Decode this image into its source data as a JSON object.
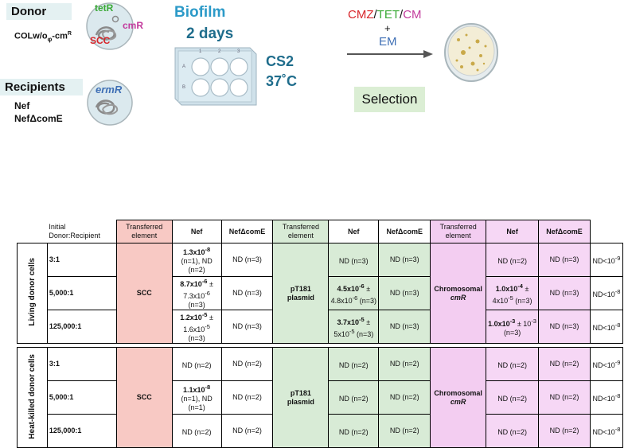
{
  "diagram": {
    "donor_label": "Donor",
    "donor_strain_prefix": "COLw/o",
    "donor_strain_sub": "φ",
    "donor_strain_suffix": "-cm",
    "donor_strain_sup": "R",
    "donor_genes": {
      "tetR": "tetR",
      "cmR": "cmR",
      "scc": "SCC"
    },
    "recipients_label": "Recipients",
    "recipient_strain_1": "Nef",
    "recipient_strain_2": "NefΔcomE",
    "recipient_gene": "ermR",
    "biofilm_line1": "Biofilm",
    "biofilm_line2": "2 days",
    "plate_cols": [
      "1",
      "2",
      "3"
    ],
    "plate_rows": [
      "A",
      "B"
    ],
    "medium": "CS2",
    "temperature": "37˚C",
    "antibiotics": {
      "cmz": "CMZ",
      "tet": "TET",
      "cm": "CM",
      "sep": "/",
      "plus": "+",
      "em": "EM"
    },
    "selection_label": "Selection",
    "colors": {
      "cmz": "#d8252a",
      "tet": "#39a935",
      "cm": "#c23a9c",
      "em": "#3e6fb5",
      "label_bg": "#e4f1f2",
      "selection_bg": "#dbeed4"
    }
  },
  "table": {
    "header": {
      "initial": "Initial Donor:Recipient",
      "col_groups": [
        {
          "element": "Transferred element",
          "nef": "Nef",
          "nefcome": "NefΔcomE"
        },
        {
          "element": "Transferred element",
          "nef": "Nef",
          "nefcome": "NefΔcomE"
        },
        {
          "element": "Transferred element",
          "nef": "Nef",
          "nefcome": "NefΔcomE"
        }
      ]
    },
    "sections": [
      {
        "title": "Living donor cells",
        "elements": {
          "scc": "SCC",
          "pt181_1": "pT181",
          "pt181_2": "plasmid",
          "chrom_1": "Chromosomal",
          "chrom_2": "cmR"
        },
        "rows": [
          {
            "ratio": "3:1",
            "scc_nef": {
              "b": "1.3x10",
              "bs": "-8",
              "t": "",
              "ts": "",
              "t2": "(n=1), ND (n=2)"
            },
            "scc_come": "ND (n=3)",
            "pt_nef": {
              "b": "",
              "bs": "",
              "t": "ND (n=3)",
              "ts": "",
              "t2": ""
            },
            "pt_come": "ND (n=3)",
            "chr_nef": {
              "b": "",
              "bs": "",
              "t": "ND (n=2)",
              "ts": "",
              "t2": ""
            },
            "chr_come": "ND (n=3)",
            "nd": "ND<10",
            "ndsup": "-9"
          },
          {
            "ratio": "5,000:1",
            "scc_nef": {
              "b": "8.7x10",
              "bs": "-6",
              "t": " ± 7.3x10",
              "ts": "-6",
              "t2": "(n=3)"
            },
            "scc_come": "ND (n=3)",
            "pt_nef": {
              "b": "4.5x10",
              "bs": "-6",
              "t": " ± 4.8x10",
              "ts": "-6",
              "t2": "(n=3)"
            },
            "pt_come": "ND (n=3)",
            "chr_nef": {
              "b": "1.0x10",
              "bs": "-4",
              "t": " ± 4x10",
              "ts": "-5",
              "t2": " (n=3)"
            },
            "chr_come": "ND (n=3)",
            "nd": "ND<10",
            "ndsup": "-8"
          },
          {
            "ratio": "125,000:1",
            "scc_nef": {
              "b": "1.2x10",
              "bs": "-5",
              "t": " ± 1.6x10",
              "ts": "-5",
              "t2": "(n=3)"
            },
            "scc_come": "ND (n=3)",
            "pt_nef": {
              "b": "3.7x10",
              "bs": "-5",
              "t": " ± 5x10",
              "ts": "-5",
              "t2": " (n=3)"
            },
            "pt_come": "ND (n=3)",
            "chr_nef": {
              "b": "1.0x10",
              "bs": "-3",
              "t": " ± 10",
              "ts": "-3",
              "t2": " (n=3)"
            },
            "chr_come": "ND (n=3)",
            "nd": "ND<10",
            "ndsup": "-8"
          }
        ]
      },
      {
        "title": "Heat-killed donor cells",
        "elements": {
          "scc": "SCC",
          "pt181_1": "pT181",
          "pt181_2": "plasmid",
          "chrom_1": "Chromosomal",
          "chrom_2": "cmR"
        },
        "rows": [
          {
            "ratio": "3:1",
            "scc_nef": {
              "b": "",
              "bs": "",
              "t": "ND (n=2)",
              "ts": "",
              "t2": ""
            },
            "scc_come": "ND (n=2)",
            "pt_nef": {
              "b": "",
              "bs": "",
              "t": "ND (n=2)",
              "ts": "",
              "t2": ""
            },
            "pt_come": "ND (n=2)",
            "chr_nef": {
              "b": "",
              "bs": "",
              "t": "ND (n=2)",
              "ts": "",
              "t2": ""
            },
            "chr_come": "ND (n=2)",
            "nd": "ND<10",
            "ndsup": "-9"
          },
          {
            "ratio": "5,000:1",
            "scc_nef": {
              "b": "1.1x10",
              "bs": "-8",
              "t": "",
              "ts": "",
              "t2": "(n=1), ND (n=1)"
            },
            "scc_come": "ND (n=2)",
            "pt_nef": {
              "b": "",
              "bs": "",
              "t": "ND (n=2)",
              "ts": "",
              "t2": ""
            },
            "pt_come": "ND (n=2)",
            "chr_nef": {
              "b": "",
              "bs": "",
              "t": "ND (n=2)",
              "ts": "",
              "t2": ""
            },
            "chr_come": "ND (n=2)",
            "nd": "ND<10",
            "ndsup": "-8"
          },
          {
            "ratio": "125,000:1",
            "scc_nef": {
              "b": "",
              "bs": "",
              "t": "ND (n=2)",
              "ts": "",
              "t2": ""
            },
            "scc_come": "ND (n=2)",
            "pt_nef": {
              "b": "",
              "bs": "",
              "t": "ND (n=2)",
              "ts": "",
              "t2": ""
            },
            "pt_come": "ND (n=2)",
            "chr_nef": {
              "b": "",
              "bs": "",
              "t": "ND (n=2)",
              "ts": "",
              "t2": ""
            },
            "chr_come": "ND (n=2)",
            "nd": "ND<10",
            "ndsup": "-8"
          }
        ]
      }
    ]
  }
}
